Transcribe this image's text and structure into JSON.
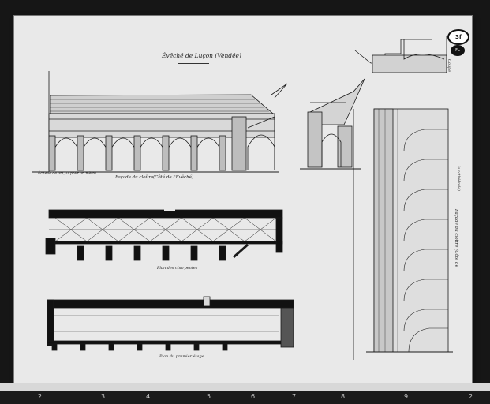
{
  "sheet": {
    "stamp": "3f",
    "stamp_sub": "FL",
    "title": "Évêché de Luçon (Vendée)",
    "scale_note": "Échelle de 0m,01 pour un mètre",
    "labels": {
      "facade": "Façade du cloître",
      "facade_side": "(Côté de l'Évêché)",
      "charpente": "Plan des charpentes",
      "premier": "Plan du premier étage",
      "garcon": "Coupe",
      "right_facade": "Façade du cloître (Côté de",
      "cote": "la cathédrale)"
    }
  },
  "ruler": {
    "numbers": [
      "2",
      "3",
      "4",
      "5",
      "6",
      "7",
      "8",
      "9",
      "2"
    ]
  }
}
